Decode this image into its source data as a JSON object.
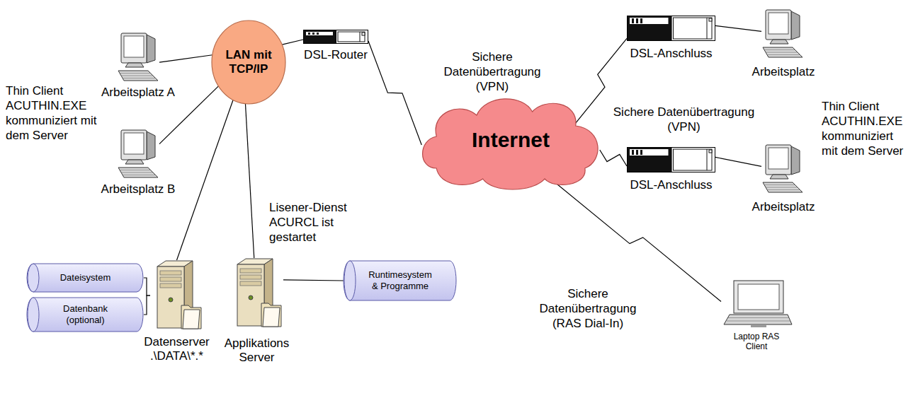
{
  "diagram": {
    "nodes": [
      {
        "text": [
          "Arbeitsplatz A"
        ]
      },
      {
        "text": [
          "LAN mit TCP/IP"
        ]
      },
      {
        "text": [
          "DSL-Router"
        ]
      },
      {
        "text": [
          "Internet"
        ]
      },
      {
        "text": [
          "DSL-Anschluss"
        ]
      },
      {
        "text": [
          "Arbeitsplatz"
        ]
      },
      {
        "text": [
          "DSL-Anschluss"
        ]
      },
      {
        "text": [
          "Arbeitsplatz"
        ]
      },
      {
        "text": [
          "Arbeitsplatz B"
        ]
      },
      {
        "text": [
          "Dateisystem"
        ]
      },
      {
        "text": [
          "Datenbank (optional)"
        ]
      },
      {
        "text": [
          "Datenserver .\\DATA\\*.*"
        ]
      },
      {
        "text": [
          "Applikations Server"
        ]
      },
      {
        "text": [
          "Runtimesystem & Programme"
        ]
      },
      {
        "text": [
          "Laptop RAS Client"
        ]
      }
    ],
    "edges": [
      {
        "from": 0,
        "to": 1,
        "arrow": "none"
      },
      {
        "from": 8,
        "to": 1,
        "arrow": "none"
      },
      {
        "from": 11,
        "to": 1,
        "arrow": "none"
      },
      {
        "from": 12,
        "to": 1,
        "arrow": "none"
      },
      {
        "from": 1,
        "to": 2,
        "arrow": "none"
      },
      {
        "from": 2,
        "to": 3,
        "arrow": "none"
      },
      {
        "from": 3,
        "to": 4,
        "arrow": "none"
      },
      {
        "from": 4,
        "to": 5,
        "arrow": "none"
      },
      {
        "from": 3,
        "to": 6,
        "arrow": "none"
      },
      {
        "from": 6,
        "to": 7,
        "arrow": "none"
      },
      {
        "from": 3,
        "to": 14,
        "arrow": "none"
      },
      {
        "from": 9,
        "to": 11,
        "arrow": "none"
      },
      {
        "from": 10,
        "to": 11,
        "arrow": "none"
      },
      {
        "from": 12,
        "to": 13,
        "arrow": "none"
      }
    ],
    "labels": [
      "Thin Client ACUTHIN.EXE kommuniziert mit dem Server",
      "Lisener-Dienst ACURCL ist gestartet",
      "Sichere Datenübertragung (VPN)",
      "Sichere Datenübertragung (VPN)",
      "Sichere Datenübertragung (RAS Dial-In)",
      "Thin Client ACUTHIN.EXE kommuniziert mit dem Server"
    ]
  }
}
